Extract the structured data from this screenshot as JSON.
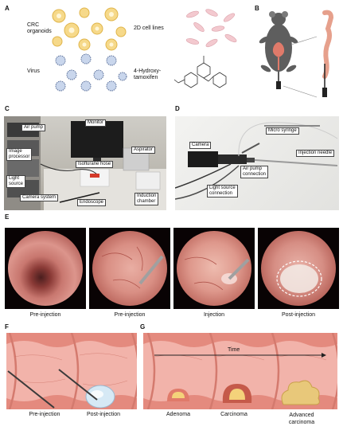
{
  "panels": {
    "A": {
      "letter": "A",
      "labels": [
        "CRC\norganoids",
        "2D cell lines",
        "Virus",
        "4-Hydroxy-\ntamoxifen"
      ]
    },
    "B": {
      "letter": "B"
    },
    "C": {
      "letter": "C",
      "callouts": [
        "Air pump",
        "Monitor",
        "Image\nprocessor",
        "Aspirator",
        "Isoflurane hose",
        "Light\nsource",
        "Camera system",
        "Endoscope",
        "Induction\nchamber"
      ]
    },
    "D": {
      "letter": "D",
      "callouts": [
        "Micro syringe",
        "Camera",
        "Injection needle",
        "Air pump\nconnection",
        "Light source\nconnection"
      ]
    },
    "E": {
      "letter": "E",
      "captions": [
        "Pre-injection",
        "Pre-injection",
        "Injection",
        "Post-injection"
      ]
    },
    "F": {
      "letter": "F",
      "captions": [
        "Pre-injection",
        "Post-injection"
      ]
    },
    "G": {
      "letter": "G",
      "time_label": "Time",
      "captions": [
        "Adenoma",
        "Carcinoma",
        "Advanced\ncarcinoma"
      ]
    }
  }
}
